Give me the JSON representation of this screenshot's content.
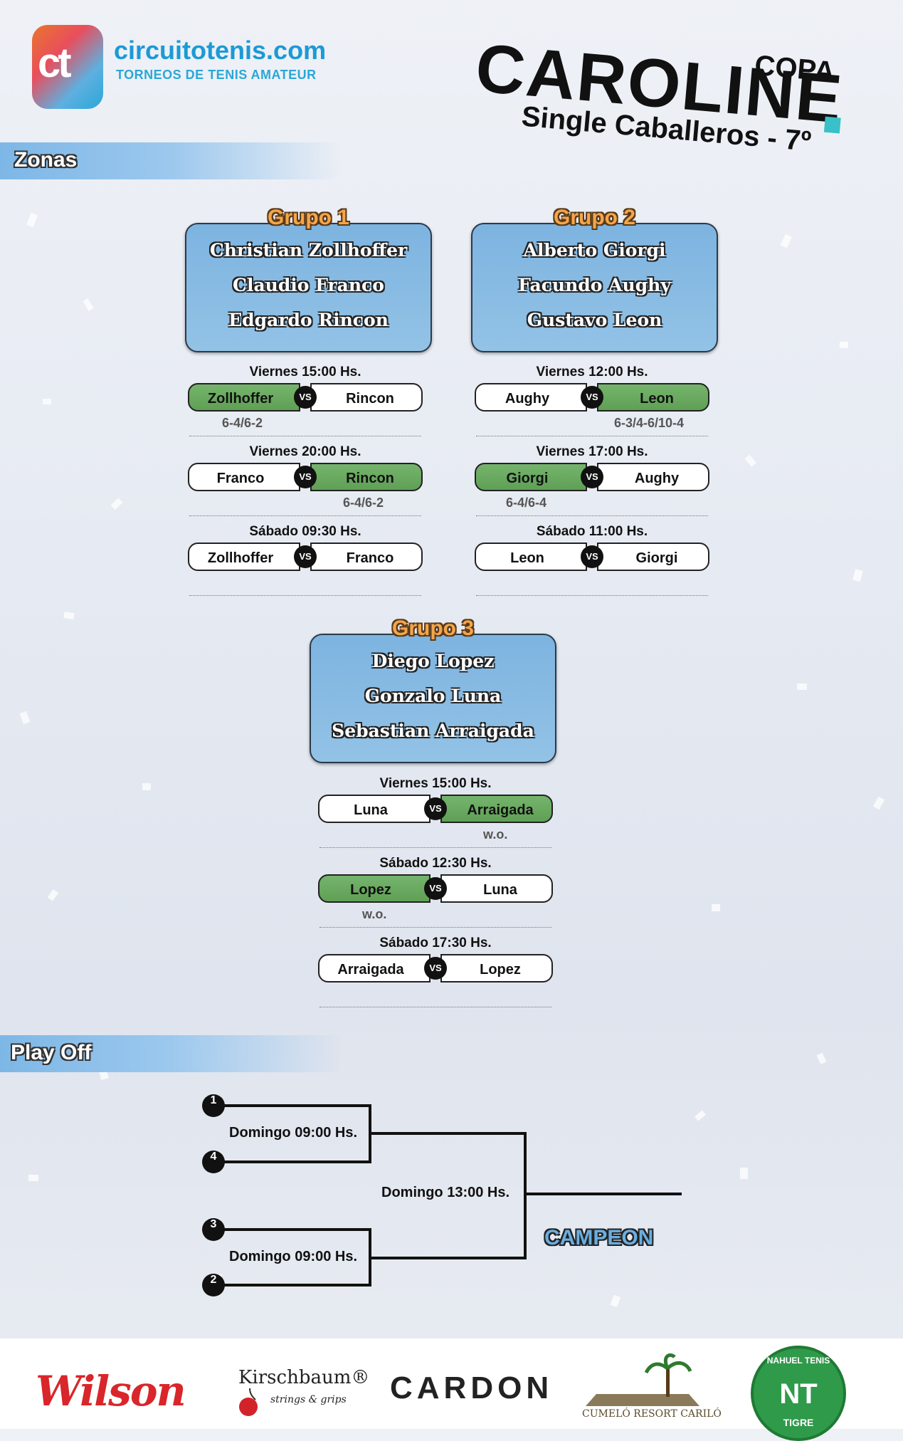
{
  "header": {
    "logo_mark": "ct",
    "site_name": "circuitotenis.com",
    "site_tagline": "TORNEOS DE TENIS AMATEUR",
    "copa": "COPA",
    "tournament": "CAROLINE",
    "category": "Single Caballeros - 7º"
  },
  "sections": {
    "zonas": "Zonas",
    "playoff": "Play Off"
  },
  "groups": [
    {
      "label": "Grupo 1",
      "players": [
        "Christian Zollhoffer",
        "Claudio Franco",
        "Edgardo Rincon"
      ],
      "matches": [
        {
          "time": "Viernes 15:00 Hs.",
          "left": "Zollhoffer",
          "right": "Rincon",
          "winner": "left",
          "score": "6-4/6-2"
        },
        {
          "time": "Viernes 20:00 Hs.",
          "left": "Franco",
          "right": "Rincon",
          "winner": "right",
          "score": "6-4/6-2"
        },
        {
          "time": "Sábado 09:30 Hs.",
          "left": "Zollhoffer",
          "right": "Franco",
          "winner": "",
          "score": ""
        }
      ]
    },
    {
      "label": "Grupo 2",
      "players": [
        "Alberto Giorgi",
        "Facundo Aughy",
        "Gustavo Leon"
      ],
      "matches": [
        {
          "time": "Viernes 12:00 Hs.",
          "left": "Aughy",
          "right": "Leon",
          "winner": "right",
          "score": "6-3/4-6/10-4"
        },
        {
          "time": "Viernes 17:00 Hs.",
          "left": "Giorgi",
          "right": "Aughy",
          "winner": "left",
          "score": "6-4/6-4"
        },
        {
          "time": "Sábado 11:00 Hs.",
          "left": "Leon",
          "right": "Giorgi",
          "winner": "",
          "score": ""
        }
      ]
    },
    {
      "label": "Grupo 3",
      "players": [
        "Diego Lopez",
        "Gonzalo Luna",
        "Sebastian Arraigada"
      ],
      "matches": [
        {
          "time": "Viernes 15:00 Hs.",
          "left": "Luna",
          "right": "Arraigada",
          "winner": "right",
          "score": "w.o."
        },
        {
          "time": "Sábado 12:30 Hs.",
          "left": "Lopez",
          "right": "Luna",
          "winner": "left",
          "score": "w.o."
        },
        {
          "time": "Sábado 17:30 Hs.",
          "left": "Arraigada",
          "right": "Lopez",
          "winner": "",
          "score": ""
        }
      ]
    }
  ],
  "vs_label": "VS",
  "playoff": {
    "seeds": [
      "1",
      "4",
      "3",
      "2"
    ],
    "semi1_time": "Domingo 09:00 Hs.",
    "semi2_time": "Domingo 09:00 Hs.",
    "final_time": "Domingo 13:00 Hs.",
    "champion_label": "CAMPEON"
  },
  "sponsors": {
    "wilson": "Wilson",
    "kirschbaum": "Kirschbaum®",
    "kirschbaum_sub": "strings & grips",
    "cardon": "CARDON",
    "cumelo": "CUMELÓ RESORT CARILÓ",
    "nahuel_top": "NAHUEL TENIS",
    "nahuel_mark": "NT",
    "nahuel_bottom": "TIGRE"
  },
  "colors": {
    "winner_green": "#6aab5f",
    "group_blue": "#88bce3",
    "group_label_orange": "#f5a64a",
    "section_blue": "#8fc1ea",
    "wilson_red": "#d9262a",
    "nahuel_green": "#2f9a4a"
  }
}
